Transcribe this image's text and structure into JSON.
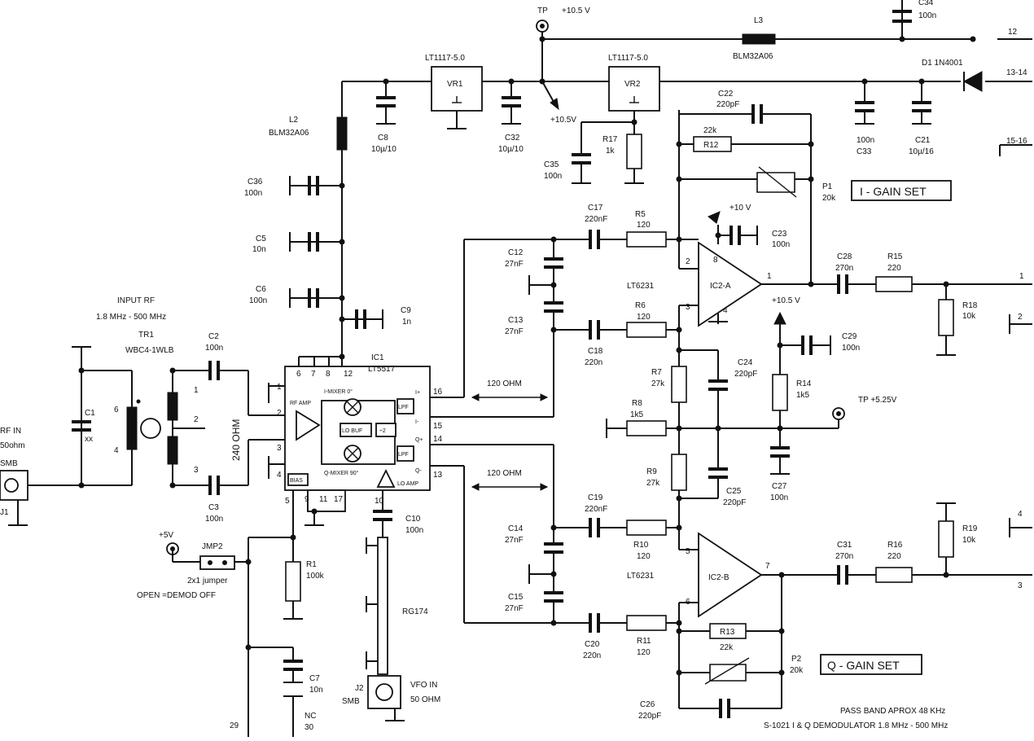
{
  "labels": {
    "tp_top": "TP",
    "v105_top": "+10.5 V",
    "c34": "C34",
    "c34v": "100n",
    "pin12": "12",
    "l3": "L3",
    "l3v": "BLM32A06",
    "d1": "D1 1N4001",
    "pin1314": "13-14",
    "vr1t": "LT1117-5.0",
    "vr1": "VR1",
    "vr2t": "LT1117-5.0",
    "vr2": "VR2",
    "c22": "C22",
    "c22v": "220pF",
    "c8": "C8",
    "c8v": "10µ/10",
    "c32": "C32",
    "c32v": "10µ/10",
    "v105b": "+10.5V",
    "r17": "R17",
    "r17v": "1k",
    "c35": "C35",
    "c35v": "100n",
    "r12v": "22k",
    "r12": "R12",
    "c33v": "100n",
    "c33": "C33",
    "c21": "C21",
    "c21v": "10µ/16",
    "pin1516": "15-16",
    "l2": "L2",
    "l2v": "BLM32A06",
    "p1": "P1",
    "p1v": "20k",
    "igain": "I - GAIN SET",
    "c36": "C36",
    "c36v": "100n",
    "c17": "C17",
    "c17v": "220nF",
    "r5": "R5",
    "r5v": "120",
    "v10": "+10 V",
    "c23": "C23",
    "c23v": "100n",
    "c5": "C5",
    "c5v": "10n",
    "c12": "C12",
    "c12v": "27nF",
    "pin8": "8",
    "pin2": "2",
    "ic2a": "IC2-A",
    "c28": "C28",
    "c28v": "270n",
    "r15": "R15",
    "r15v": "220",
    "out1": "1",
    "pin1": "1",
    "c6": "C6",
    "c6v": "100n",
    "lt6231a": "LT6231",
    "v105c": "+10.5 V",
    "r18": "R18",
    "r18v": "10k",
    "out2": "2",
    "pin3": "3",
    "pin4": "4",
    "input_rf": "INPUT RF",
    "input_rf_range": "1.8 MHz - 500 MHz",
    "c9": "C9",
    "c9v": "1n",
    "c13": "C13",
    "c13v": "27nF",
    "r6": "R6",
    "r6v": "120",
    "tr1": "TR1",
    "tr1v": "WBC4-1WLB",
    "c2": "C2",
    "c2v": "100n",
    "c18": "C18",
    "c18v": "220n",
    "c29": "C29",
    "c29v": "100n",
    "p6": "6",
    "p7": "7",
    "p8": "8",
    "p12": "12",
    "ic1": "IC1",
    "ic1v": "LT5517",
    "c24": "C24",
    "c24v": "220pF",
    "r7": "R7",
    "r7v": "27k",
    "r14": "R14",
    "r14v": "1k5",
    "ohm120a": "120 OHM",
    "p16": "16",
    "tp2": "TP +5.25V",
    "rf_in": "RF IN",
    "rf_in2": "50ohm",
    "c1": "C1",
    "c1v": "xx",
    "n6": "6",
    "n1": "1",
    "n2": "2",
    "ohm240": "240 OHM",
    "r8": "R8",
    "r8v": "1k5",
    "p15": "15",
    "p14": "14",
    "n4": "4",
    "n3": "3",
    "smb": "SMB",
    "j1": "J1",
    "ohm120b": "120 OHM",
    "p13": "13",
    "r9": "R9",
    "r9v": "27k",
    "c25": "C25",
    "c25v": "220pF",
    "c27": "C27",
    "c27v": "100n",
    "c3": "C3",
    "c3v": "100n",
    "p5": "5",
    "p9": "9",
    "p11": "11",
    "p17": "17",
    "p10": "10",
    "c10": "C10",
    "c10v": "100n",
    "c19": "C19",
    "c19v": "220nF",
    "c14": "C14",
    "c14v": "27nF",
    "r10": "R10",
    "r10v": "120",
    "r19": "R19",
    "r19v": "10k",
    "out4": "4",
    "v5": "+5V",
    "jmp2": "JMP2",
    "jmp2v": "2x1 jumper",
    "open": "OPEN =DEMOD OFF",
    "r1": "R1",
    "r1v": "100k",
    "pin5b": "5",
    "pin7b": "7",
    "c31": "C31",
    "c31v": "270n",
    "r16": "R16",
    "r16v": "220",
    "out3": "3",
    "lt6231b": "LT6231",
    "ic2b": "IC2-B",
    "rg174": "RG174",
    "c15": "C15",
    "c15v": "27nF",
    "pin6b": "6",
    "c20": "C20",
    "c20v": "220n",
    "r11": "R11",
    "r11v": "120",
    "r13": "R13",
    "r13v": "22k",
    "c7": "C7",
    "c7v": "10n",
    "p2": "P2",
    "p2v": "20k",
    "qgain": "Q - GAIN SET",
    "j2": "J2",
    "j2v": "SMB",
    "vfo": "VFO IN",
    "vfo2": "50 OHM",
    "nc": "NC",
    "n30": "30",
    "n29": "29",
    "c26": "C26",
    "c26v": "220pF",
    "pass": "PASS BAND APROX 48 KHz",
    "title": "S-1021 I & Q DEMODULATOR 1.8 MHz - 500 MHz",
    "rfamp": "RF AMP",
    "lpf": "LPF",
    "iplus": "I+",
    "iminus": "I-",
    "qplus": "Q+",
    "qminus": "Q-",
    "bias": "BIAS",
    "lobuf": "LO BUF",
    "div": "÷2",
    "imixer": "I-MIXER  0°",
    "qmixer": "Q-MIXER  90°",
    "loamp": "LO AMP"
  }
}
